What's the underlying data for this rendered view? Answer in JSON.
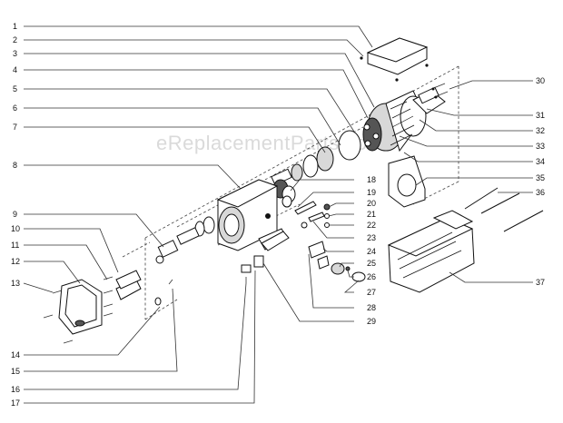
{
  "watermark": "eReplacementParts.com",
  "callouts": {
    "left": [
      "1",
      "2",
      "3",
      "4",
      "5",
      "6",
      "7",
      "8",
      "9",
      "10",
      "11",
      "12",
      "13",
      "14",
      "15",
      "16",
      "17"
    ],
    "middle": [
      "18",
      "19",
      "20",
      "21",
      "22",
      "23",
      "24",
      "25",
      "26",
      "27",
      "28",
      "29"
    ],
    "right": [
      "30",
      "31",
      "32",
      "33",
      "34",
      "35",
      "36",
      "37"
    ]
  }
}
